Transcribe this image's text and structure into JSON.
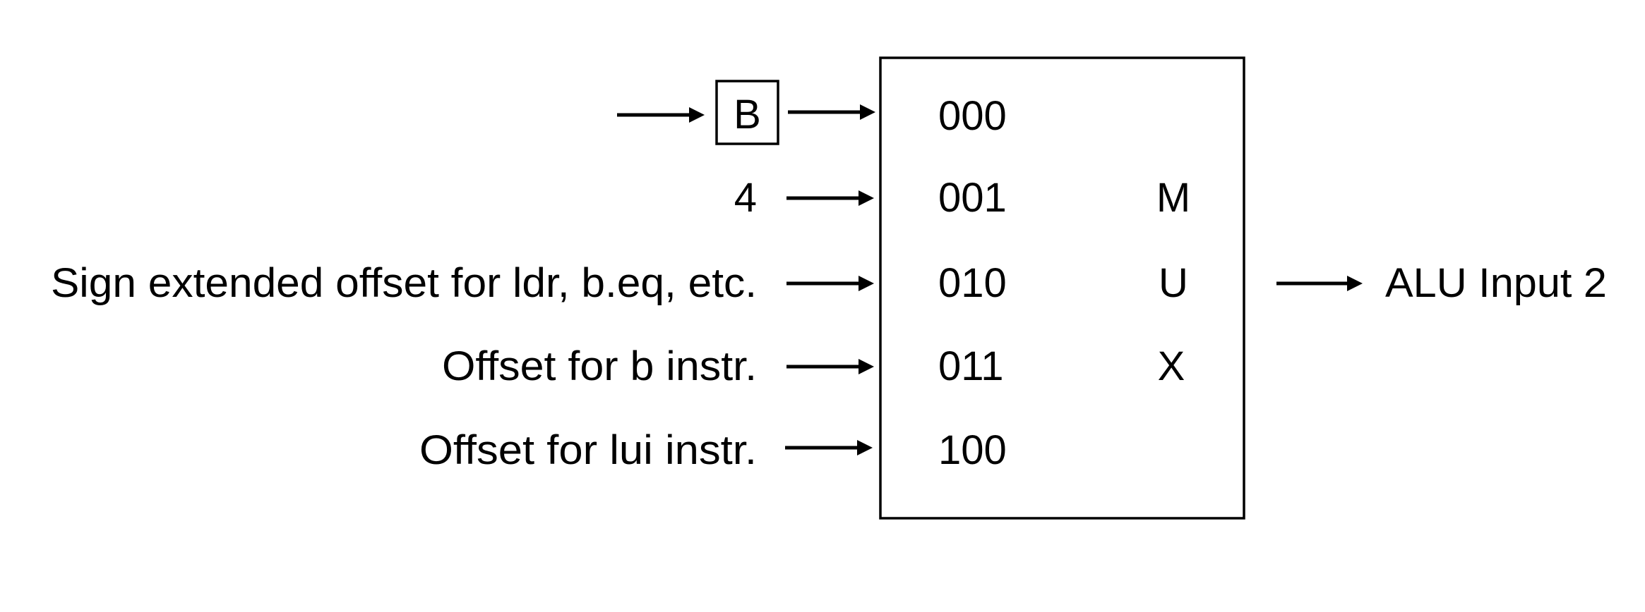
{
  "inputs": [
    {
      "select": "000",
      "label": ""
    },
    {
      "select": "001",
      "label": "4"
    },
    {
      "select": "010",
      "label": "Sign extended offset for ldr, b.eq, etc."
    },
    {
      "select": "011",
      "label": "Offset for b instr."
    },
    {
      "select": "100",
      "label": "Offset for lui instr."
    }
  ],
  "register": {
    "label": "B"
  },
  "mux": {
    "letters": [
      "M",
      "U",
      "X"
    ]
  },
  "output": {
    "label": "ALU Input 2"
  }
}
